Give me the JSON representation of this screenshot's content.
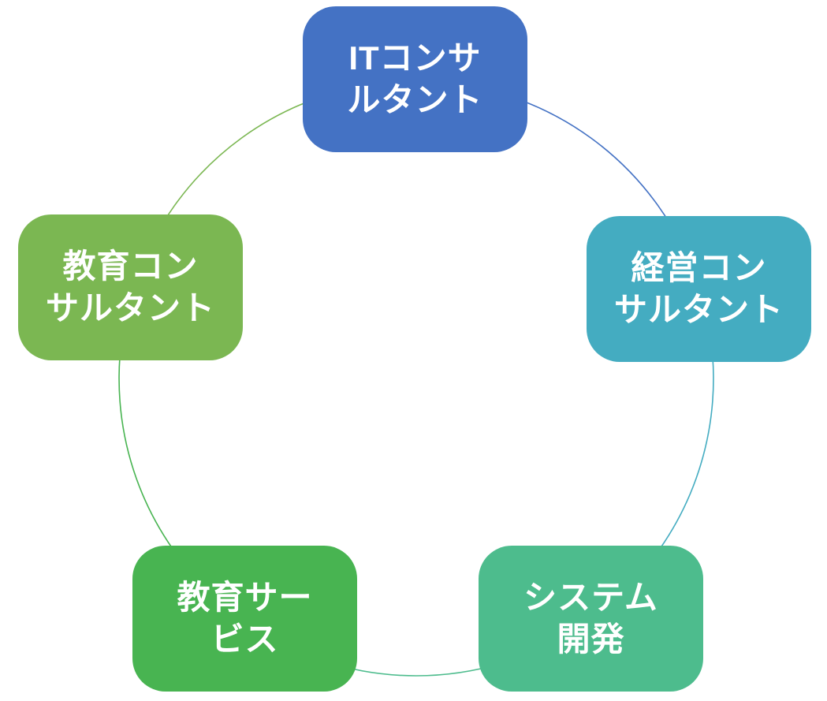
{
  "diagram": {
    "type": "cycle",
    "node_count": 5,
    "nodes": [
      {
        "id": "it-consultant",
        "label": "ITコンサルタント",
        "line1": "ITコンサ",
        "line2": "ルタント",
        "color": "#4472C4",
        "position": "top"
      },
      {
        "id": "management-consultant",
        "label": "経営コンサルタント",
        "line1": "経営コン",
        "line2": "サルタント",
        "color": "#44ACC1",
        "position": "right"
      },
      {
        "id": "system-development",
        "label": "システム開発",
        "line1": "システム",
        "line2": "開発",
        "color": "#4DBC8D",
        "position": "bottom-right"
      },
      {
        "id": "education-service",
        "label": "教育サービス",
        "line1": "教育サー",
        "line2": "ビス",
        "color": "#48B451",
        "position": "bottom-left"
      },
      {
        "id": "education-consultant",
        "label": "教育コンサルタント",
        "line1": "教育コン",
        "line2": "サルタント",
        "color": "#7BB752",
        "position": "left"
      }
    ],
    "text_color": "#ffffff",
    "background_color": "#ffffff"
  }
}
